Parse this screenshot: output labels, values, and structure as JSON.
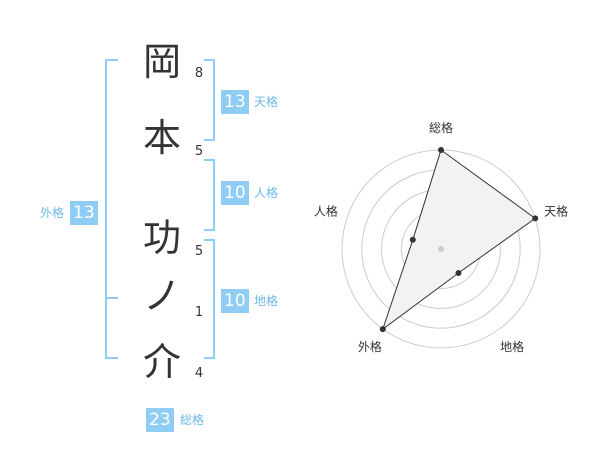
{
  "name": {
    "characters": [
      {
        "char": "岡",
        "strokes": "8"
      },
      {
        "char": "本",
        "strokes": "5"
      },
      {
        "char": "功",
        "strokes": "5"
      },
      {
        "char": "ノ",
        "strokes": "1"
      },
      {
        "char": "介",
        "strokes": "4"
      }
    ]
  },
  "fortunes": {
    "ten": {
      "value": "13",
      "label": "天格"
    },
    "jin": {
      "value": "10",
      "label": "人格"
    },
    "chi": {
      "value": "10",
      "label": "地格"
    },
    "gai": {
      "value": "13",
      "label": "外格"
    },
    "sou": {
      "value": "23",
      "label": "総格"
    }
  },
  "colors": {
    "bracket": "#8fcdf5",
    "badge_bg": "#8fcdf5",
    "badge_text": "#ffffff",
    "label_text": "#6cb8e8",
    "radar_fill": "#f2f2f2",
    "radar_line": "#333333",
    "grid": "#cccccc"
  },
  "chart_data": {
    "type": "radar",
    "axes": [
      "総格",
      "天格",
      "地格",
      "外格",
      "人格"
    ],
    "values": [
      1.0,
      1.0,
      0.3,
      1.0,
      0.3
    ],
    "rings": 5
  }
}
